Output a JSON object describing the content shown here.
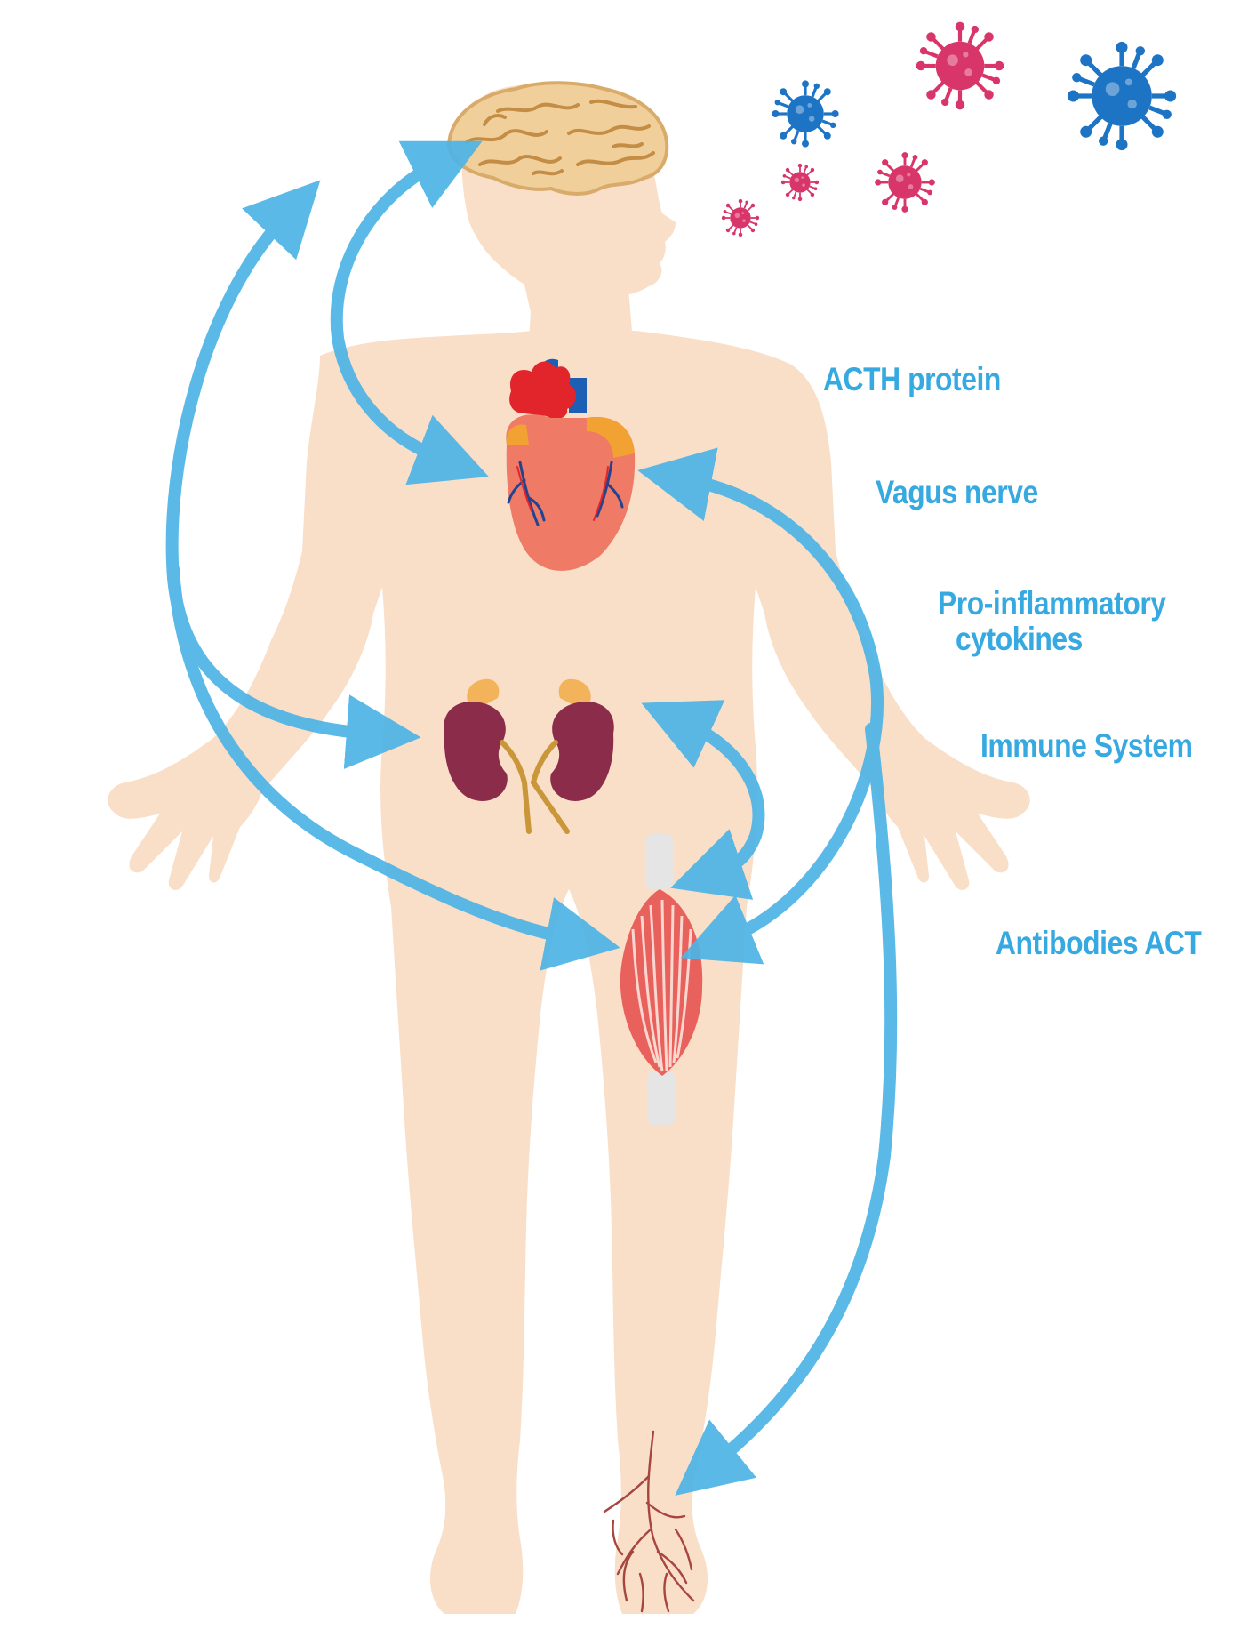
{
  "colors": {
    "arrow": "#36a9e1",
    "body": "#f9dec8",
    "label": "#36a9e1",
    "virus_pink": "#d8366a",
    "virus_blue": "#1e74c4"
  },
  "labels": {
    "acth_protein": "ACTH protein",
    "vagus_nerve": "Vagus nerve",
    "pro_inflammatory": "Pro-inflammatory",
    "cytokines": "cytokines",
    "immune_system": "Immune System",
    "antibodies": "Antibodies ACT"
  },
  "figures": {
    "brain": "brain-icon",
    "heart": "heart-icon",
    "kidneys": "kidneys-icon",
    "muscle": "muscle-icon",
    "foot_vessels": "foot-vessels-icon",
    "viruses": "virus-icon"
  }
}
